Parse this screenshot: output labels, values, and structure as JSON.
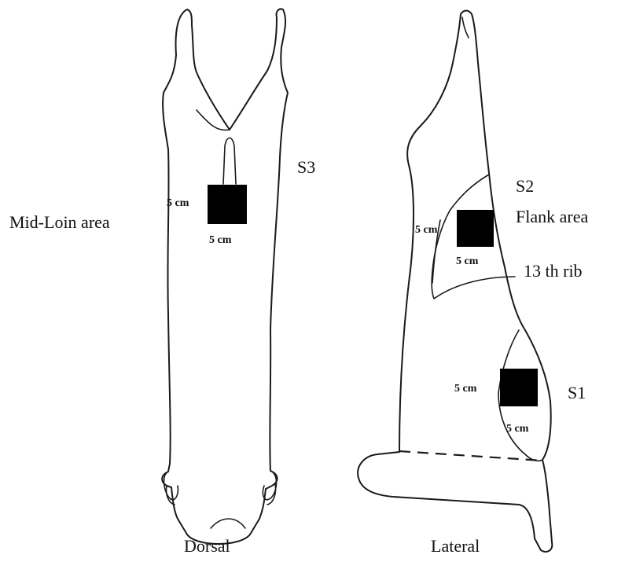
{
  "views": {
    "dorsal": {
      "caption": "Dorsal"
    },
    "lateral": {
      "caption": "Lateral"
    }
  },
  "samples": {
    "s1": {
      "id": "S1"
    },
    "s2": {
      "id": "S2",
      "area": "Flank area"
    },
    "s3": {
      "id": "S3",
      "area": "Mid-Loin area"
    }
  },
  "landmarks": {
    "rib": "13 th rib"
  },
  "dimensions": {
    "side": "5 cm"
  },
  "colors": {
    "line": "#1a1a1a",
    "sample_square": "#000000",
    "background": "#ffffff"
  }
}
